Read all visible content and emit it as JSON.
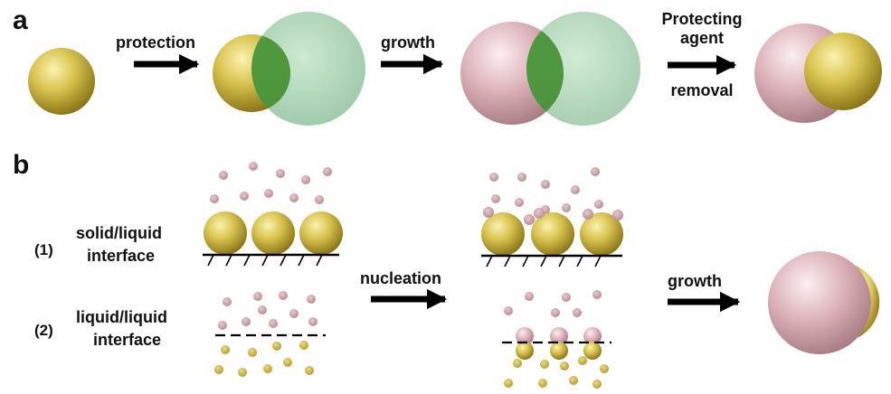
{
  "panels": {
    "a": {
      "letter": "a",
      "step1_label": "protection",
      "step2_label": "growth",
      "step3_label_line1": "Protecting",
      "step3_label_line2": "agent",
      "step3_label_line3": "removal"
    },
    "b": {
      "letter": "b",
      "row1_index": "(1)",
      "row1_line1": "solid/liquid",
      "row1_line2": "interface",
      "row2_index": "(2)",
      "row2_line1": "liquid/liquid",
      "row2_line2": "interface",
      "step1_label": "nucleation",
      "step2_label": "growth"
    }
  },
  "colors": {
    "gold": "#d7c24e",
    "pink": "#dcb1b8",
    "green": "#8fc49b",
    "dark_green": "#4f9b3c",
    "black": "#000000"
  }
}
